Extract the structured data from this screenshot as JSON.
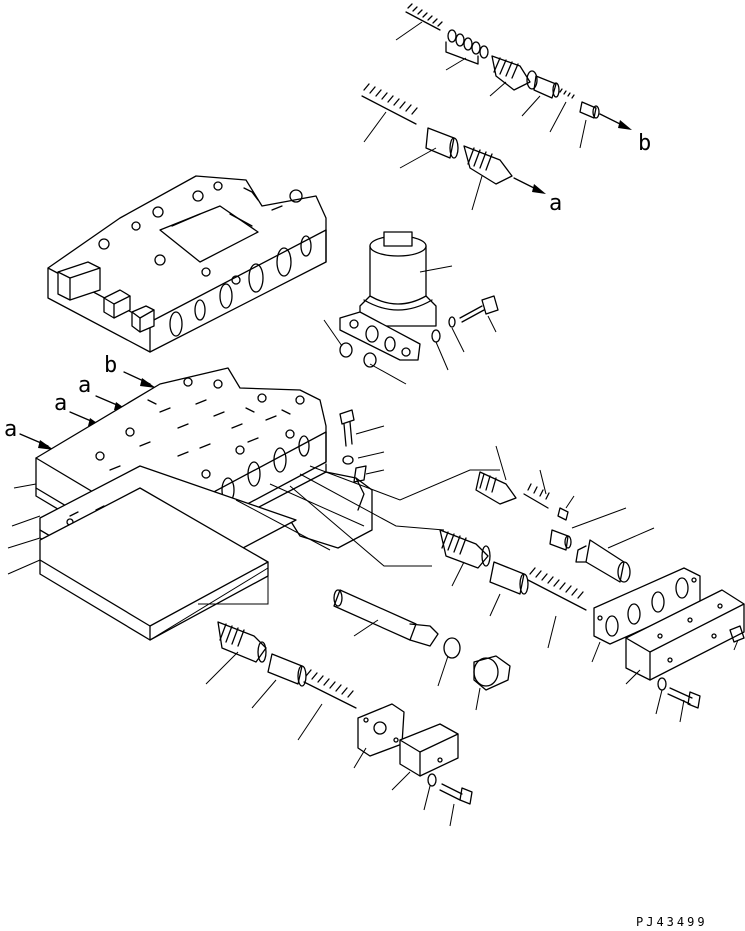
{
  "labels": {
    "a_upper_arrow": "a",
    "b_upper_arrow": "b",
    "a_left_1": "a",
    "a_left_2": "a",
    "a_left_3": "a",
    "b_left": "b"
  },
  "drawing_code": "PJ43499",
  "colors": {
    "ink": "#000000",
    "paper": "#ffffff"
  }
}
